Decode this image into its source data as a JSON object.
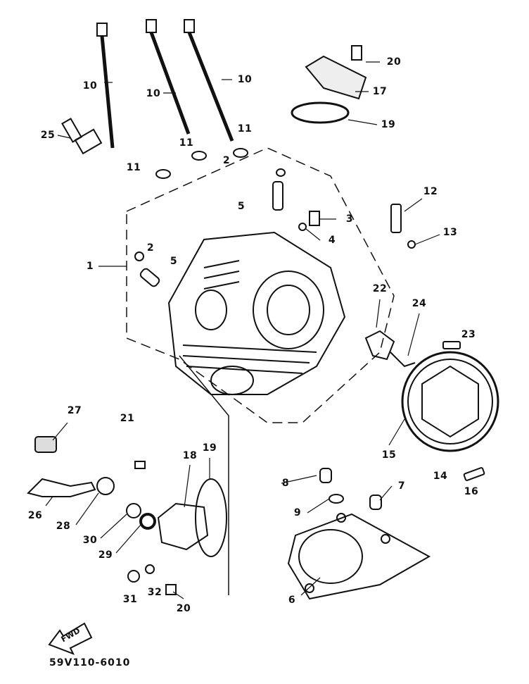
{
  "labels": {
    "p20a": "20",
    "p17": "17",
    "p19a": "19",
    "p10a": "10",
    "p10b": "10",
    "p10c": "10",
    "p11a": "11",
    "p11b": "11",
    "p11c": "11",
    "p25": "25",
    "p2a": "2",
    "p5a": "5",
    "p3": "3",
    "p4": "4",
    "p12": "12",
    "p13": "13",
    "p1": "1",
    "p2b": "2",
    "p5b": "5",
    "p22": "22",
    "p24": "24",
    "p23": "23",
    "p27": "27",
    "p21": "21",
    "p18": "18",
    "p19b": "19",
    "p8": "8",
    "p7": "7",
    "p15": "15",
    "p14": "14",
    "p16": "16",
    "p26": "26",
    "p28": "28",
    "p30": "30",
    "p9": "9",
    "p29": "29",
    "p6": "6",
    "p31": "31",
    "p32": "32",
    "p20b": "20"
  },
  "fwd_label": "FWD",
  "diagram_code": "59V110-6010"
}
